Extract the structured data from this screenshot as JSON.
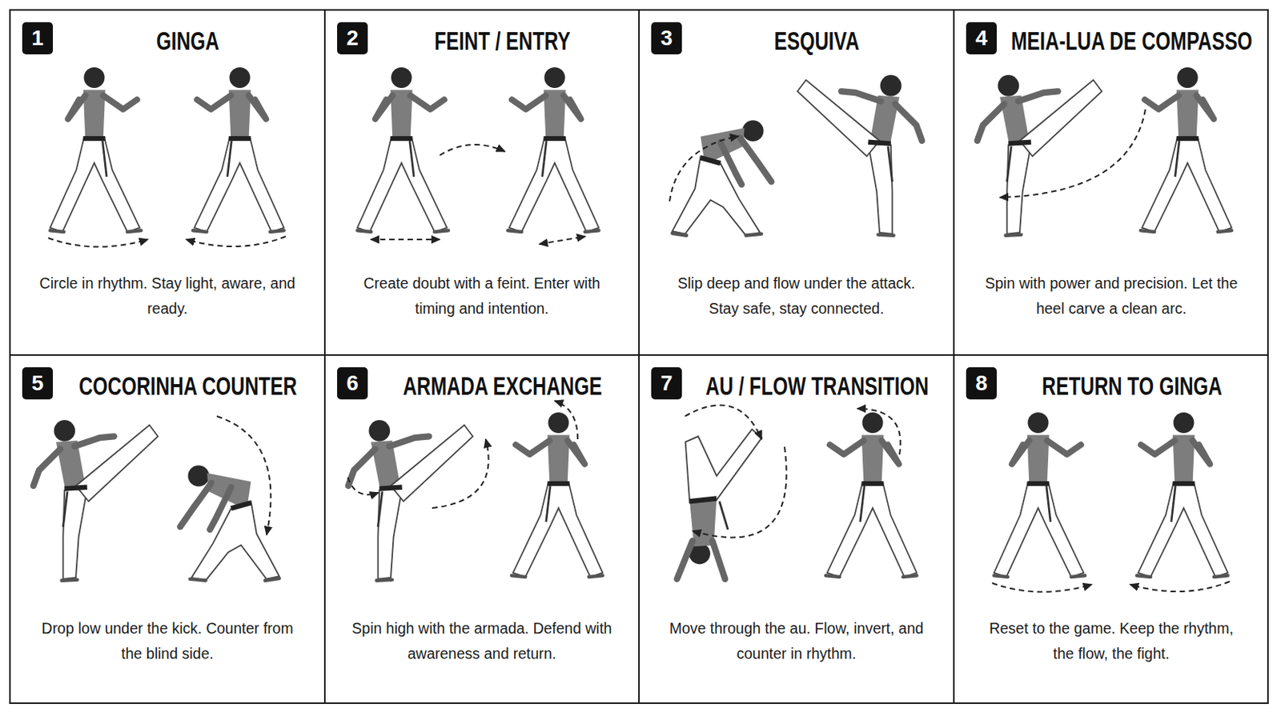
{
  "diagram": {
    "nodes": [
      {
        "text": [
          "GINGA",
          "Circle in rhythm. Stay light, aware, and ready."
        ]
      },
      {
        "text": [
          "1"
        ],
        "in": 0
      },
      {
        "text": [
          "FEINT / ENTRY",
          "Create doubt with a feint. Enter with timing and intention."
        ]
      },
      {
        "text": [
          "2"
        ],
        "in": 2
      },
      {
        "text": [
          "ESQUIVA",
          "Slip deep and flow under the attack. Stay safe, stay connected."
        ]
      },
      {
        "text": [
          "3"
        ],
        "in": 4
      },
      {
        "text": [
          "MEIA-LUA DE COMPASSO",
          "Spin with power and precision. Let the heel carve a clean arc."
        ]
      },
      {
        "text": [
          "4"
        ],
        "in": 6
      },
      {
        "text": [
          "COCORINHA COUNTER",
          "Drop low under the kick. Counter from the blind side."
        ]
      },
      {
        "text": [
          "5"
        ],
        "in": 8
      },
      {
        "text": [
          "ARMADA EXCHANGE",
          "Spin high with the armada. Defend with awareness and return."
        ]
      },
      {
        "text": [
          "6"
        ],
        "in": 10
      },
      {
        "text": [
          "AU / FLOW TRANSITION",
          "Move through the au. Flow, invert, and counter in rhythm."
        ]
      },
      {
        "text": [
          "7"
        ],
        "in": 12
      },
      {
        "text": [
          "RETURN TO GINGA",
          "Reset to the game. Keep the rhythm, the flow, the fight."
        ]
      },
      {
        "text": [
          "8"
        ],
        "in": 14
      }
    ]
  }
}
